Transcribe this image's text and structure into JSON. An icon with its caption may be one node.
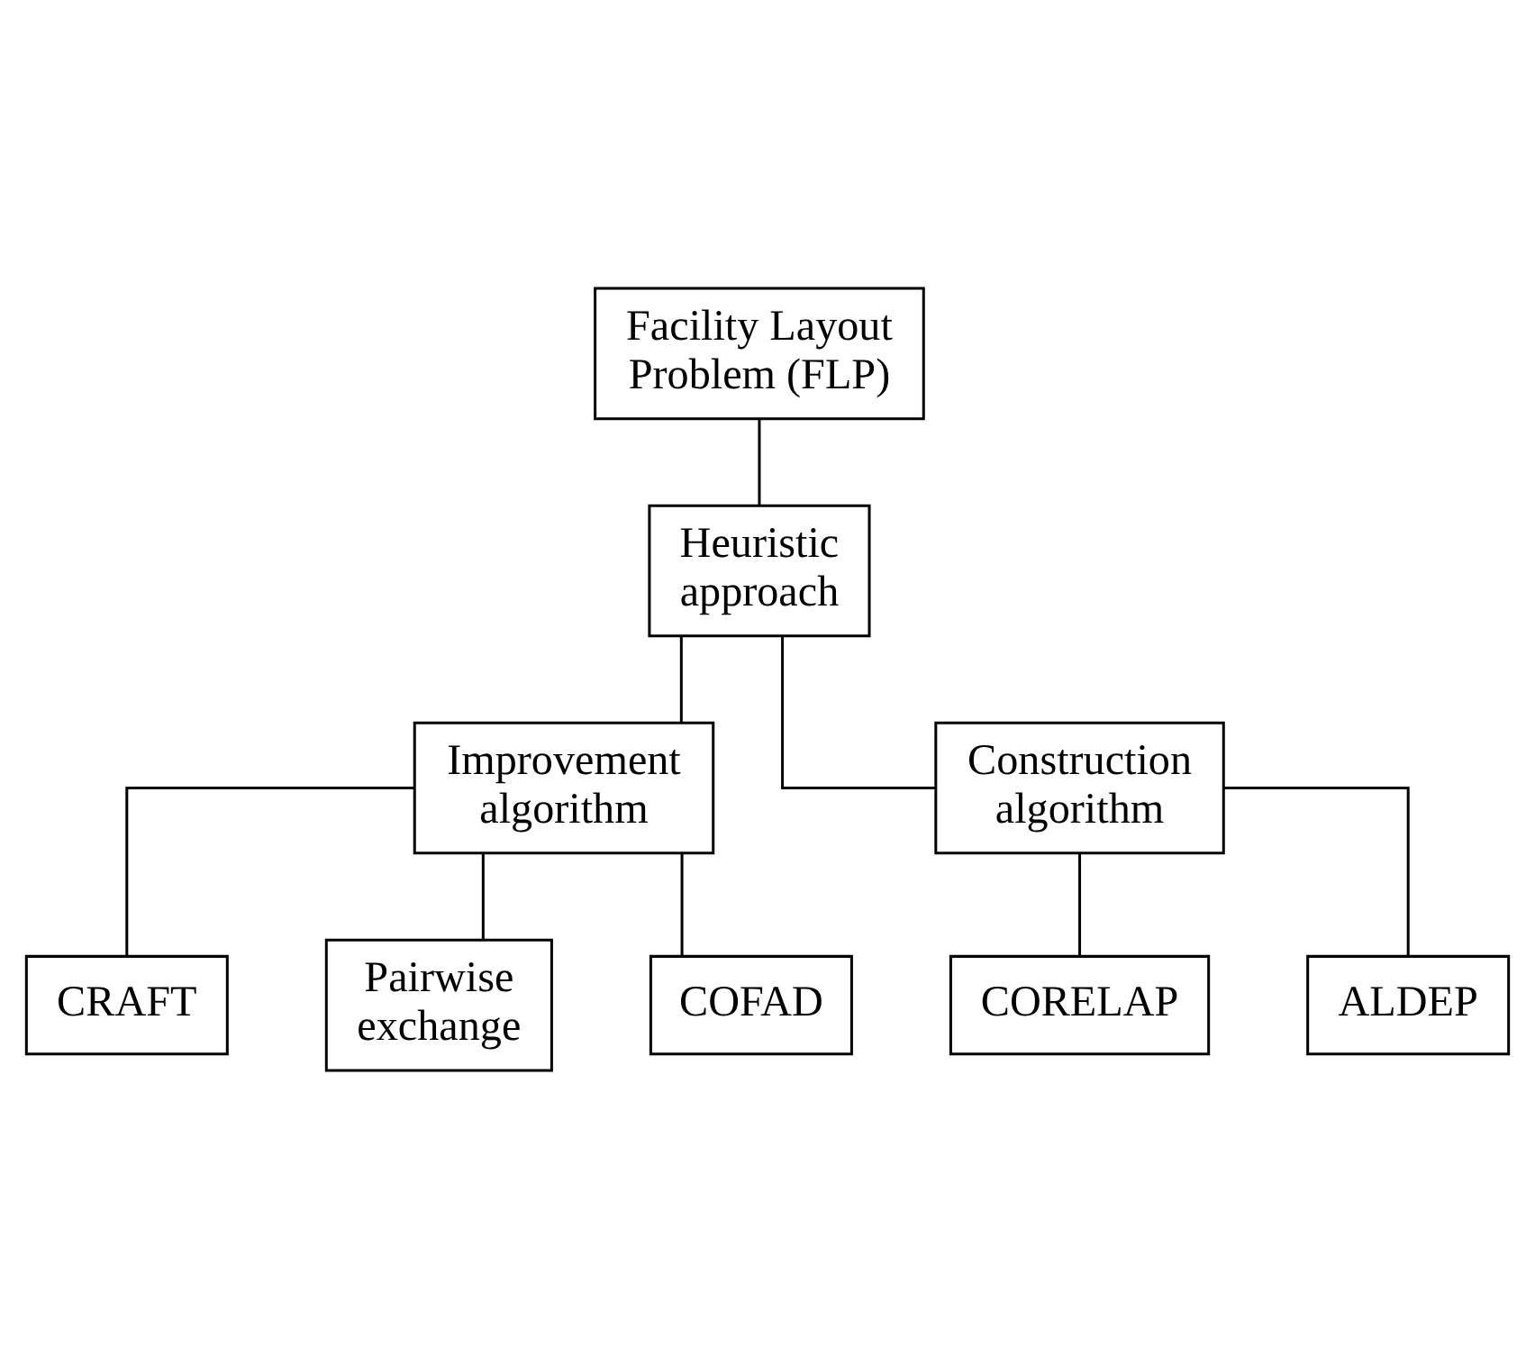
{
  "diagram": {
    "nodes": [
      {
        "text": [
          "Facility Layout Problem (FLP)"
        ]
      },
      {
        "text": [
          "Heuristic approach"
        ]
      },
      {
        "text": [
          "Improvement algorithm"
        ]
      },
      {
        "text": [
          "Construction algorithm"
        ]
      },
      {
        "text": [
          "CRAFT"
        ]
      },
      {
        "text": [
          "Pairwise exchange"
        ]
      },
      {
        "text": [
          "COFAD"
        ]
      },
      {
        "text": [
          "CORELAP"
        ]
      },
      {
        "text": [
          "ALDEP"
        ]
      }
    ],
    "edges": [
      {
        "from": 0,
        "to": 1,
        "arrow": "none"
      },
      {
        "from": 1,
        "to": 2,
        "arrow": "none"
      },
      {
        "from": 1,
        "to": 3,
        "arrow": "none"
      },
      {
        "from": 2,
        "to": 4,
        "arrow": "none"
      },
      {
        "from": 2,
        "to": 5,
        "arrow": "none"
      },
      {
        "from": 2,
        "to": 6,
        "arrow": "none"
      },
      {
        "from": 3,
        "to": 7,
        "arrow": "none"
      },
      {
        "from": 3,
        "to": 8,
        "arrow": "none"
      }
    ]
  }
}
